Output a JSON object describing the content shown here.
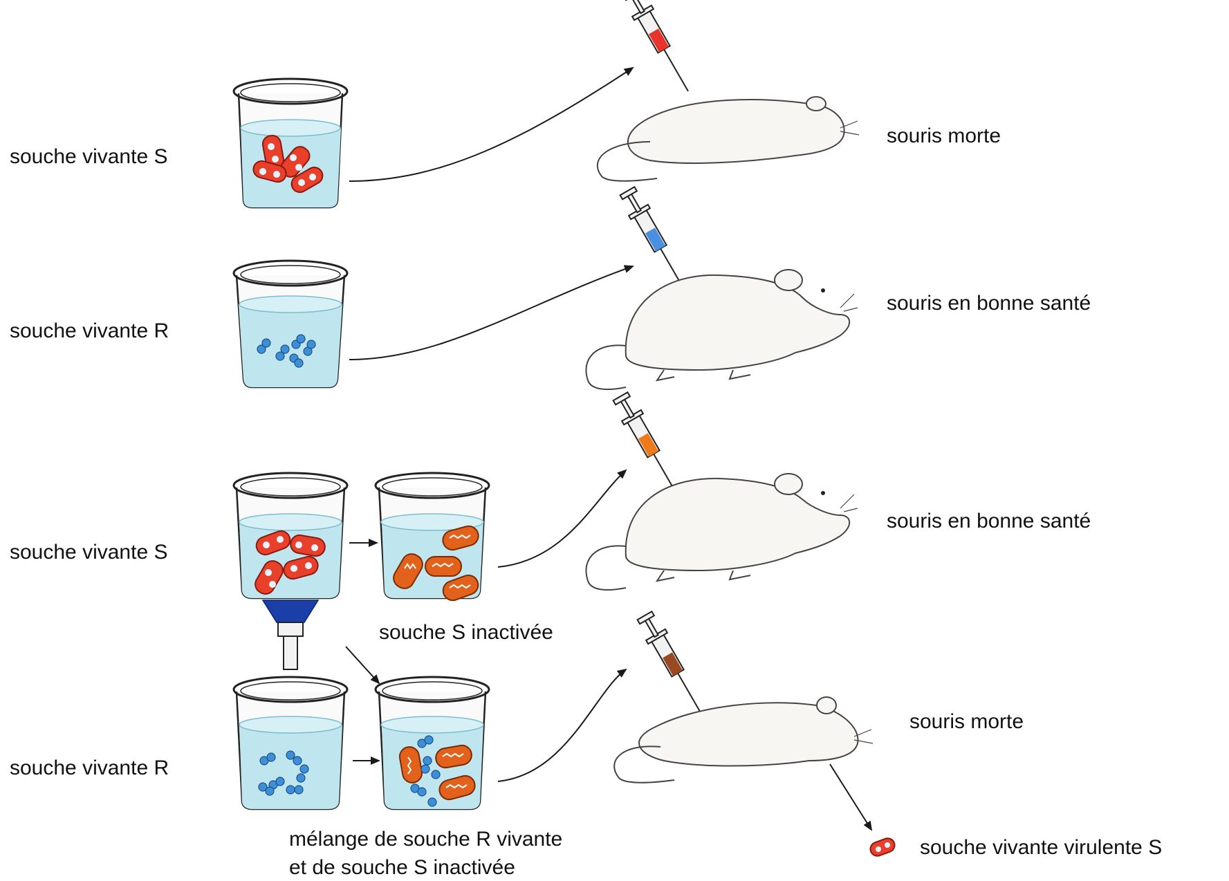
{
  "rows": [
    {
      "strain_label": "souche vivante S",
      "outcome": "souris morte"
    },
    {
      "strain_label": "souche vivante R",
      "outcome": "souris en bonne santé"
    },
    {
      "strain_label": "souche vivante S",
      "outcome": "souris en bonne santé",
      "step_label": "souche S inactivée"
    },
    {
      "strain_label": "souche vivante R",
      "outcome": "souris morte",
      "mix_label_line1": "mélange de souche R vivante",
      "mix_label_line2": "et de souche S inactivée",
      "result_label": "souche vivante virulente S"
    }
  ],
  "colors": {
    "water": "#bfe6ee",
    "strain_s_live": "#e8402a",
    "strain_s_inactivated": "#e2621c",
    "strain_r": "#3d8fd6",
    "syringe_red": "#e8332a",
    "syringe_blue": "#4a90e2",
    "syringe_orange": "#f07a1a",
    "syringe_brown": "#9a4a22",
    "filter_blue": "#1a3fa8",
    "mouse": "#f7f6f2",
    "line": "#1a1a1a"
  },
  "icons": [
    "beaker-icon",
    "syringe-icon",
    "mouse-dead-icon",
    "mouse-healthy-icon",
    "filter-funnel-icon",
    "bacterium-icon"
  ]
}
